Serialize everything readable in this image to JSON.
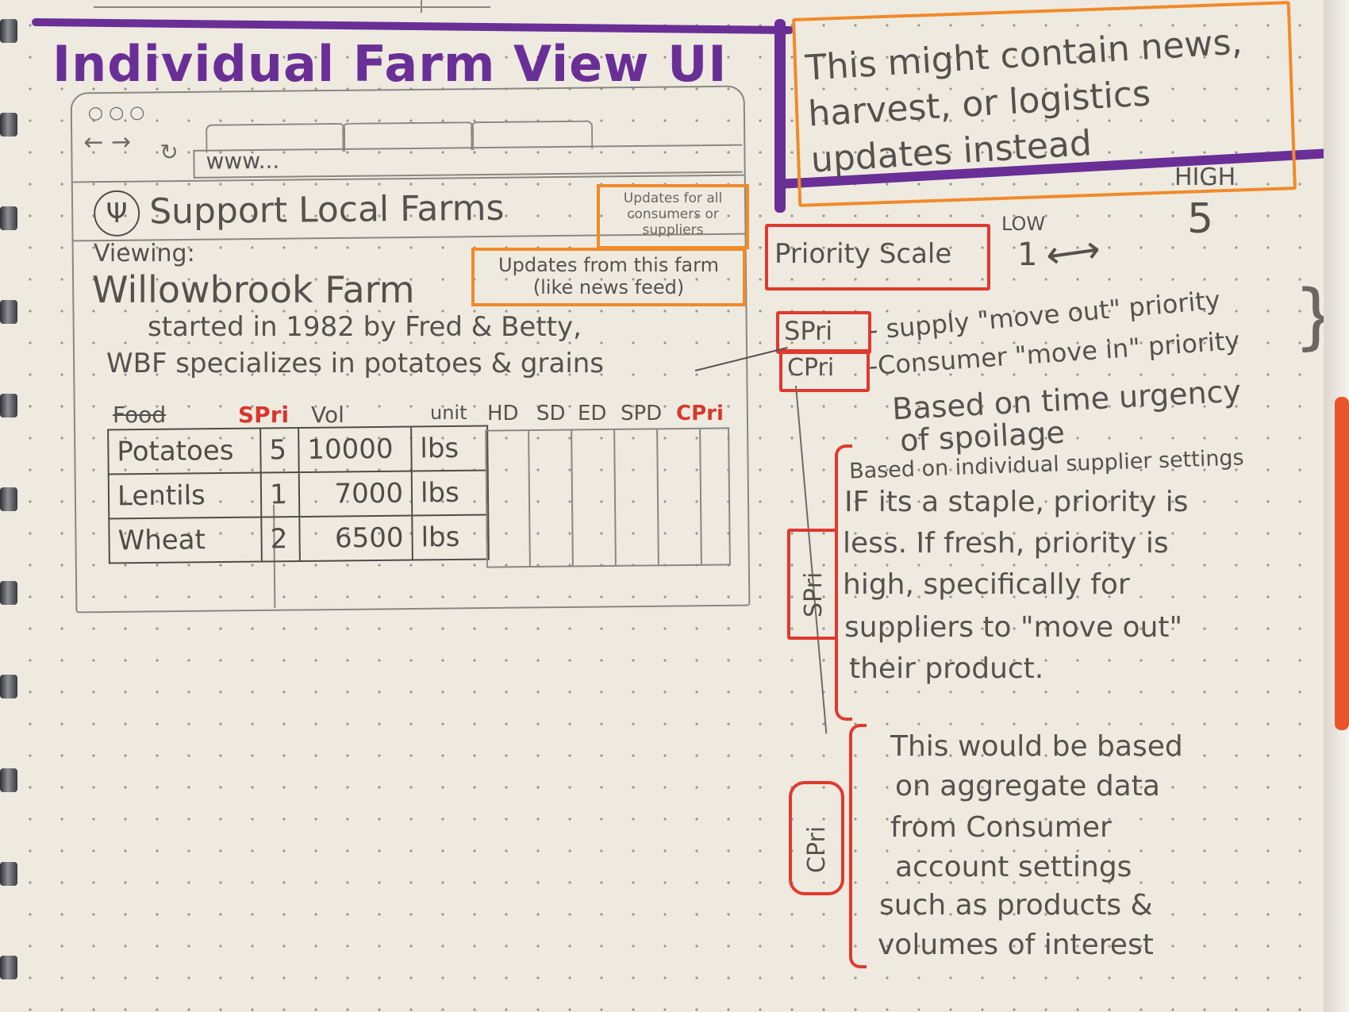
{
  "title": "Individual Farm View UI",
  "browser": {
    "url": "www...",
    "site_title": "Support Local Farms",
    "updates_all": "Updates for all consumers or suppliers",
    "updates_farm": "Updates from this farm (like news feed)",
    "viewing_label": "Viewing:",
    "farm_name": "Willowbrook Farm",
    "description_1": "started in 1982 by Fred & Betty,",
    "description_2": "WBF specializes in potatoes & grains"
  },
  "table": {
    "headers": [
      "Food",
      "SPri",
      "Vol",
      "unit",
      "HD",
      "SD",
      "ED",
      "SPD",
      "CPri"
    ],
    "rows": [
      {
        "food": "Potatoes",
        "spri": "5",
        "vol": "10000",
        "unit": "lbs"
      },
      {
        "food": "Lentils",
        "spri": "1",
        "vol": "7000",
        "unit": "lbs"
      },
      {
        "food": "Wheat",
        "spri": "2",
        "vol": "6500",
        "unit": "lbs"
      }
    ]
  },
  "notes": {
    "news_note": "This might contain news, harvest, or logistics updates instead",
    "priority_scale": "Priority Scale",
    "low_label": "LOW",
    "low_value": "1",
    "high_label": "HIGH",
    "high_value": "5",
    "spri_tag": "SPri",
    "cpri_tag": "CPri",
    "spri_def": "- supply \"move out\" priority",
    "cpri_def": "-Consumer \"move in\" priority",
    "urgency": [
      "Based on time urgency",
      "of spoilage"
    ],
    "spri_explain": [
      "Based on individual supplier settings",
      "IF its a staple, priority is",
      "less. If fresh, priority is",
      "high, specifically for",
      "suppliers to \"move out\"",
      "their product."
    ],
    "cpri_explain": [
      "This would be based",
      "on aggregate data",
      "from Consumer",
      "account settings",
      "such as products &",
      "volumes of interest"
    ]
  },
  "colors": {
    "purple": "#6a2f96",
    "orange": "#f08a2a",
    "red": "#e0392e",
    "ink": "#4f4c48"
  }
}
